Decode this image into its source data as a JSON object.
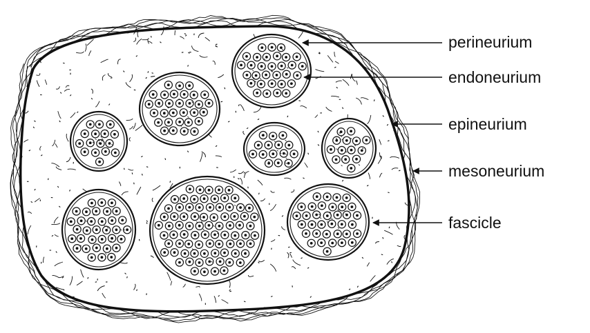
{
  "diagram": {
    "labels": {
      "perineurium": "perineurium",
      "endoneurium": "endoneurium",
      "epineurium": "epineurium",
      "mesoneurium": "mesoneurium",
      "fascicle": "fascicle"
    },
    "colors": {
      "line": "#111111",
      "background": "#ffffff"
    }
  }
}
